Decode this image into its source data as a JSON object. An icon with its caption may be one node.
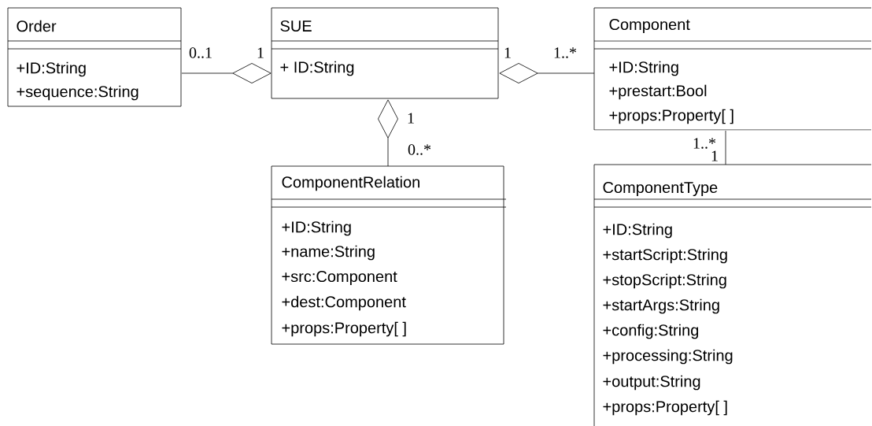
{
  "diagram": {
    "nodes": [
      {
        "text": [
          "Order",
          "+ID:String",
          "+sequence:String"
        ]
      },
      {
        "text": [
          "SUE",
          "+ ID:String"
        ]
      },
      {
        "text": [
          "Component",
          "+ID:String",
          "+prestart:Bool",
          "+props:Property[ ]"
        ]
      },
      {
        "text": [
          "ComponentRelation",
          "+ID:String",
          "+name:String",
          "+src:Component",
          "+dest:Component",
          "+props:Property[ ]"
        ]
      },
      {
        "text": [
          "ComponentType",
          "+ID:String",
          "+startScript:String",
          "+stopScript:String",
          "+startArgs:String",
          "+config:String",
          "+processing:String",
          "+output:String",
          "+props:Property[ ]"
        ]
      }
    ],
    "edges": [
      {
        "from": 0,
        "to": 1,
        "arrow": "other"
      },
      {
        "from": 2,
        "to": 1,
        "arrow": "other"
      },
      {
        "from": 3,
        "to": 1,
        "arrow": "other"
      },
      {
        "from": 2,
        "to": 4,
        "arrow": "none"
      }
    ],
    "labels": [
      "0..1",
      "1",
      "1",
      "1..*",
      "1",
      "0..*",
      "1..*",
      "1"
    ]
  }
}
